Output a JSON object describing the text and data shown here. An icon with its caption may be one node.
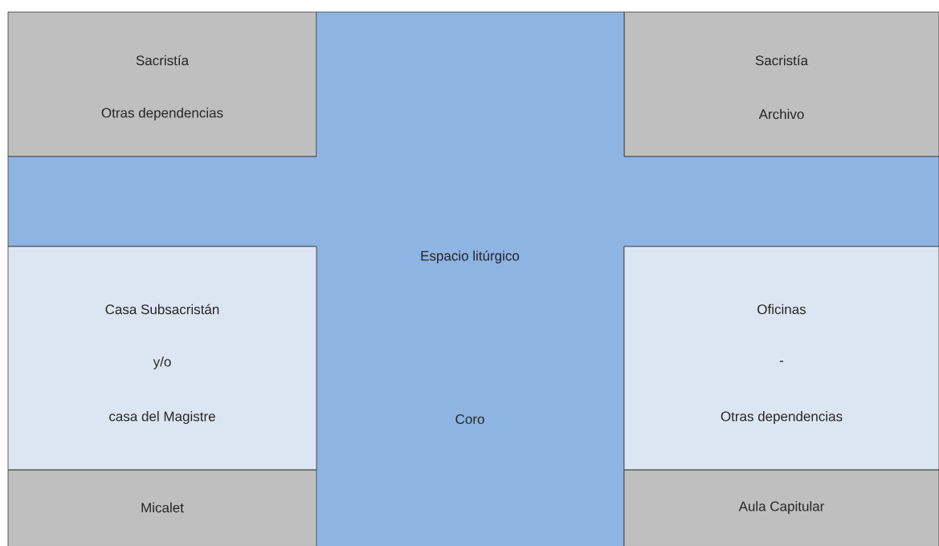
{
  "diagram": {
    "nodes": [
      {
        "text": [
          "Sacristía",
          "Otras dependencias"
        ]
      },
      {
        "text": [
          "Sacristía",
          "Archivo"
        ]
      },
      {
        "text": [
          "Espacio litúrgico",
          "Coro"
        ]
      },
      {
        "text": [
          "Casa Subsacristán",
          "y/o",
          "casa del Magistre"
        ]
      },
      {
        "text": [
          "Oficinas",
          "-",
          "Otras dependencias"
        ]
      },
      {
        "text": [
          "Micalet"
        ]
      },
      {
        "text": [
          "Aula Capitular"
        ]
      }
    ]
  }
}
